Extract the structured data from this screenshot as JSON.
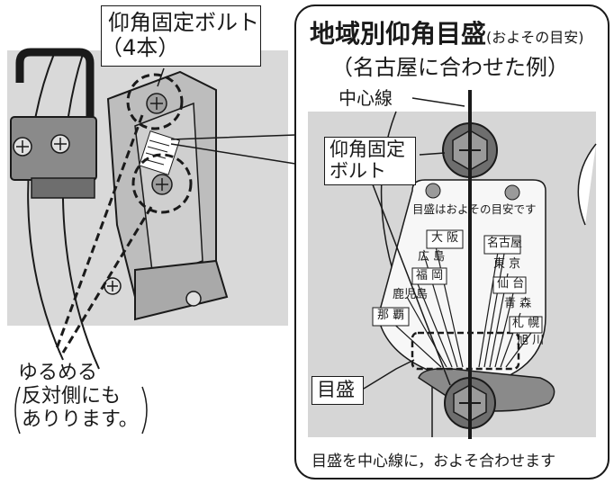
{
  "left_callouts": {
    "bolt_label": [
      "仰角固定ボルト",
      "（4本）"
    ],
    "loosen_label": [
      "ゆるめる",
      "反対側にも",
      "ありります。"
    ]
  },
  "right_panel": {
    "title_main": "地域別仰角目盛",
    "title_note": "(およその目安)",
    "subtitle": "（名古屋に合わせた例）",
    "center_line_label": "中心線",
    "bolt_label": [
      "仰角固定",
      "ボルト"
    ],
    "plate_heading": "目盛はおよその目安です",
    "cities_left": [
      "大 阪",
      "広 島",
      "福 岡",
      "鹿児島",
      "那 覇"
    ],
    "cities_right": [
      "名古屋",
      "東 京",
      "仙 台",
      "青 森",
      "札 幌",
      "旭 川"
    ],
    "scale_label": "目盛",
    "footer": "目盛を中心線に，およそ合わせます"
  },
  "colors": {
    "line": "#1a1a1a",
    "panel_gray": "#d9d9d9",
    "plate_white": "#f7f7f7",
    "metal_dark": "#555555",
    "metal_mid": "#8a8a8a"
  }
}
